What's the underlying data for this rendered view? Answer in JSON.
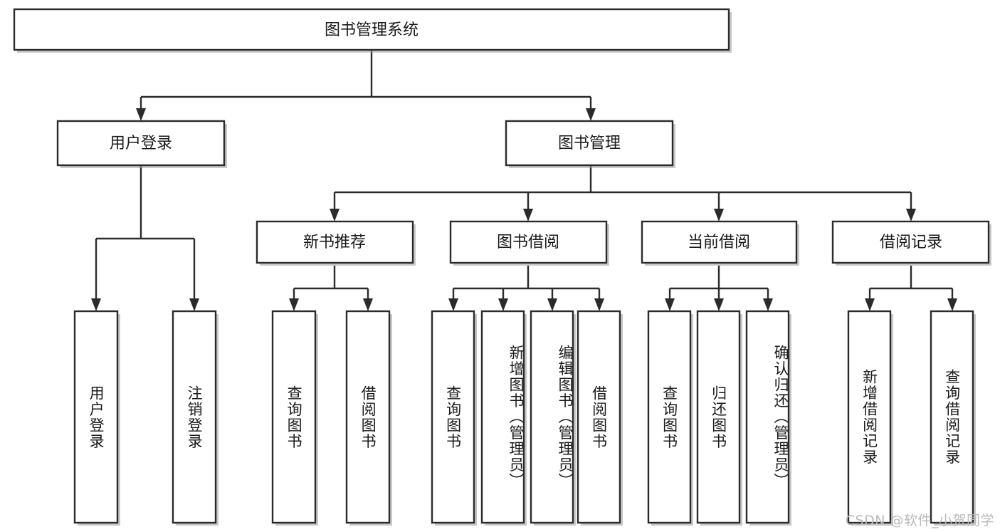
{
  "diagram": {
    "type": "tree",
    "title": "图书管理系统",
    "orientation": "top-down",
    "colors": {
      "stroke": "#2b2b2b",
      "fill": "#ffffff",
      "text": "#1a1a1a",
      "watermark": "#b9b9b9",
      "background": "#ffffff"
    },
    "nodes": {
      "root": {
        "label": "图书管理系统",
        "level": 0,
        "text_direction": "horizontal"
      },
      "user_login": {
        "label": "用户登录",
        "level": 1,
        "text_direction": "horizontal"
      },
      "book_manage": {
        "label": "图书管理",
        "level": 1,
        "text_direction": "horizontal"
      },
      "new_book_rec": {
        "label": "新书推荐",
        "level": 2,
        "text_direction": "horizontal"
      },
      "book_borrow": {
        "label": "图书借阅",
        "level": 2,
        "text_direction": "horizontal"
      },
      "current_borrow": {
        "label": "当前借阅",
        "level": 2,
        "text_direction": "horizontal"
      },
      "borrow_record": {
        "label": "借阅记录",
        "level": 2,
        "text_direction": "horizontal"
      },
      "leaf_user_login": {
        "label": "用户登录",
        "level": 3,
        "text_direction": "vertical"
      },
      "leaf_logout": {
        "label": "注销登录",
        "level": 3,
        "text_direction": "vertical"
      },
      "leaf_query_book_a": {
        "label": "查询图书",
        "level": 3,
        "text_direction": "vertical"
      },
      "leaf_borrow_book_a": {
        "label": "借阅图书",
        "level": 3,
        "text_direction": "vertical"
      },
      "leaf_query_book_b": {
        "label": "查询图书",
        "level": 3,
        "text_direction": "vertical"
      },
      "leaf_add_book": {
        "label": "新增图书（管理员）",
        "level": 3,
        "text_direction": "vertical"
      },
      "leaf_edit_book": {
        "label": "编辑图书（管理员）",
        "level": 3,
        "text_direction": "vertical"
      },
      "leaf_borrow_book_b": {
        "label": "借阅图书",
        "level": 3,
        "text_direction": "vertical"
      },
      "leaf_query_book_c": {
        "label": "查询图书",
        "level": 3,
        "text_direction": "vertical"
      },
      "leaf_return_book": {
        "label": "归还图书",
        "level": 3,
        "text_direction": "vertical"
      },
      "leaf_confirm_return": {
        "label": "确认归还（管理员）",
        "level": 3,
        "text_direction": "vertical"
      },
      "leaf_add_record": {
        "label": "新增借阅记录",
        "level": 3,
        "text_direction": "vertical"
      },
      "leaf_query_record": {
        "label": "查询借阅记录",
        "level": 3,
        "text_direction": "vertical"
      }
    },
    "edges": [
      {
        "from": "root",
        "to": "user_login"
      },
      {
        "from": "root",
        "to": "book_manage"
      },
      {
        "from": "user_login",
        "to": "leaf_user_login"
      },
      {
        "from": "user_login",
        "to": "leaf_logout"
      },
      {
        "from": "book_manage",
        "to": "new_book_rec"
      },
      {
        "from": "book_manage",
        "to": "book_borrow"
      },
      {
        "from": "book_manage",
        "to": "current_borrow"
      },
      {
        "from": "book_manage",
        "to": "borrow_record"
      },
      {
        "from": "new_book_rec",
        "to": "leaf_query_book_a"
      },
      {
        "from": "new_book_rec",
        "to": "leaf_borrow_book_a"
      },
      {
        "from": "book_borrow",
        "to": "leaf_query_book_b"
      },
      {
        "from": "book_borrow",
        "to": "leaf_add_book"
      },
      {
        "from": "book_borrow",
        "to": "leaf_edit_book"
      },
      {
        "from": "book_borrow",
        "to": "leaf_borrow_book_b"
      },
      {
        "from": "current_borrow",
        "to": "leaf_query_book_c"
      },
      {
        "from": "current_borrow",
        "to": "leaf_return_book"
      },
      {
        "from": "current_borrow",
        "to": "leaf_confirm_return"
      },
      {
        "from": "borrow_record",
        "to": "leaf_add_record"
      },
      {
        "from": "borrow_record",
        "to": "leaf_query_record"
      }
    ]
  },
  "watermark": {
    "text": "CSDN @软件_小贺同学"
  }
}
